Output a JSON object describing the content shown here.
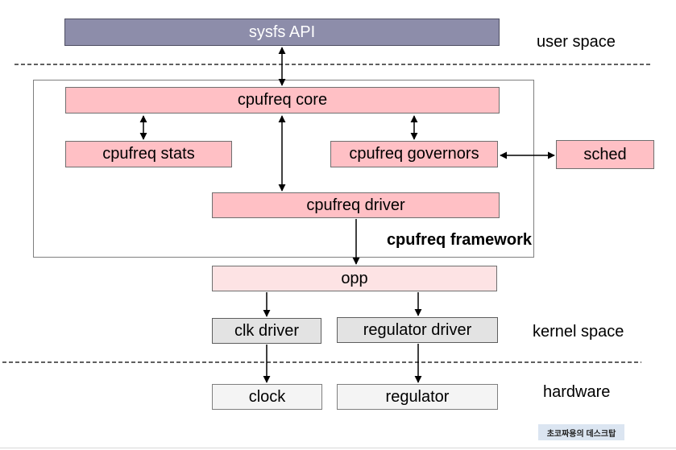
{
  "boxes": {
    "sysfs_api": "sysfs API",
    "cpufreq_core": "cpufreq core",
    "cpufreq_stats": "cpufreq stats",
    "cpufreq_governors": "cpufreq governors",
    "sched": "sched",
    "cpufreq_driver": "cpufreq driver",
    "opp": "opp",
    "clk_driver": "clk driver",
    "regulator_driver": "regulator driver",
    "clock": "clock",
    "regulator": "regulator"
  },
  "labels": {
    "cpufreq_framework": "cpufreq framework",
    "user_space": "user space",
    "kernel_space": "kernel space",
    "hardware": "hardware",
    "watermark": "초코짜용의 데스크탑"
  },
  "colors": {
    "sysfs_api_fill": "#8d8daa",
    "sysfs_api_text": "#ffffff",
    "pink_fill": "#ffc0c5",
    "pale_pink_fill": "#fde3e4",
    "gray_fill": "#e3e3e3",
    "pale_gray_fill": "#f4f4f4",
    "box_border": "#6f6f6f",
    "watermark_bg": "#dbe5f1",
    "arrow_color": "#000000"
  }
}
